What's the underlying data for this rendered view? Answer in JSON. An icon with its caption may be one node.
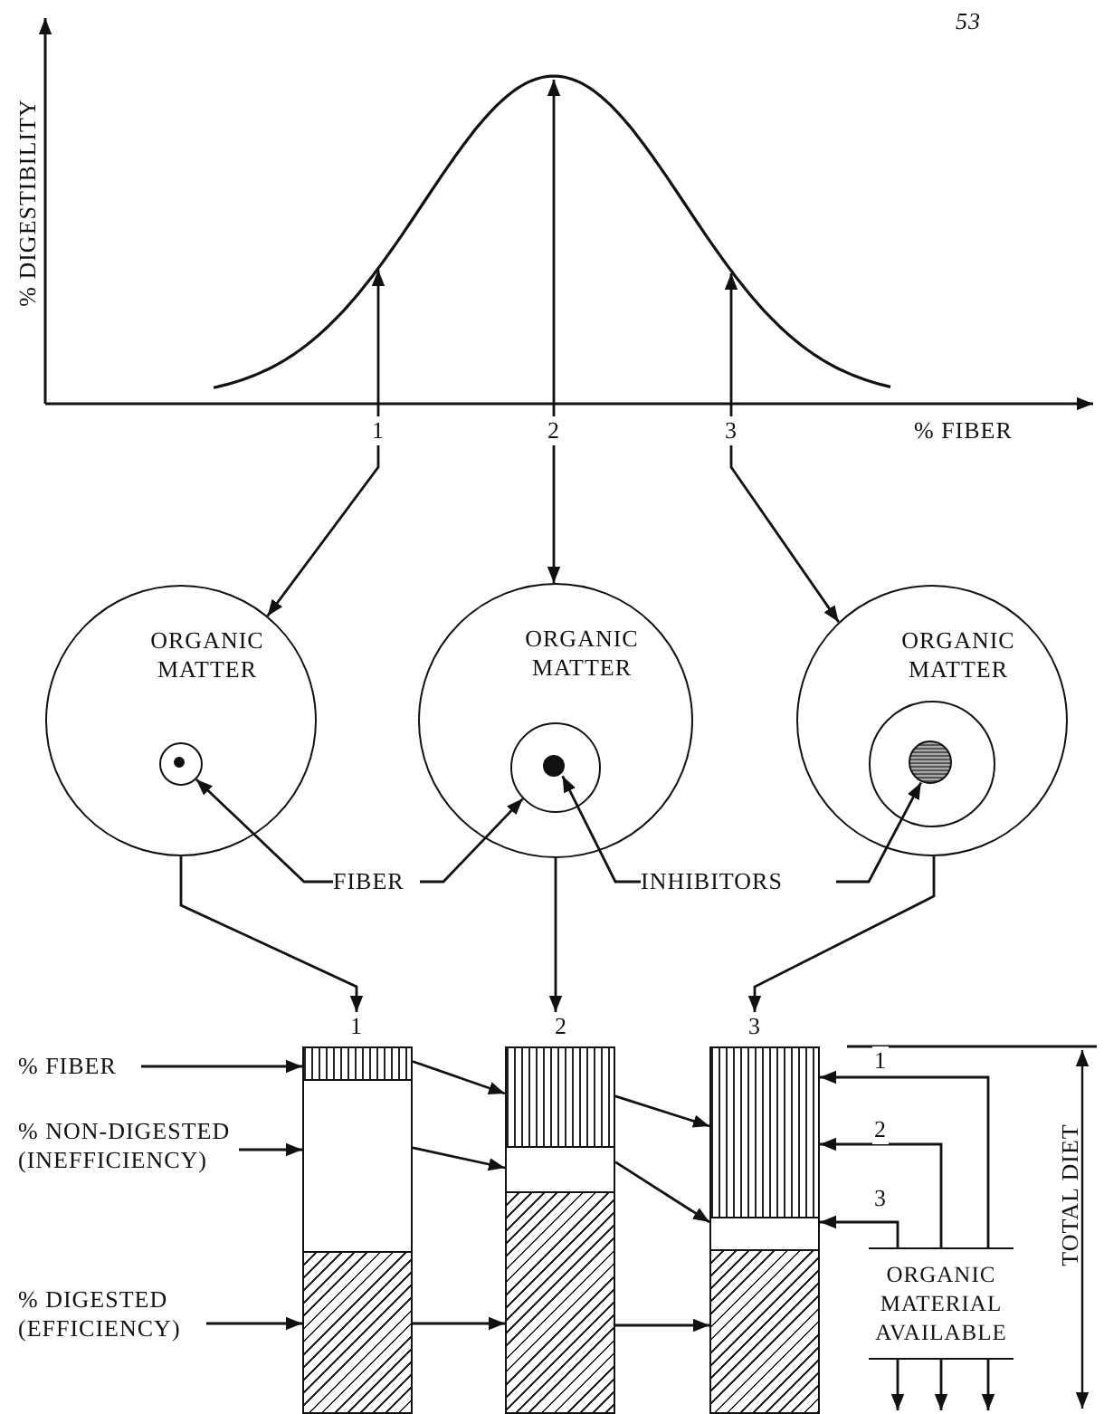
{
  "diagram": {
    "nodes": [
      {
        "text": [
          "1"
        ]
      },
      {
        "text": [
          "2"
        ]
      },
      {
        "text": [
          "3"
        ]
      },
      {
        "text": [
          "ORGANIC MATTER"
        ]
      },
      {
        "text": [],
        "shape": "circle",
        "in": 3
      },
      {
        "text": [],
        "shape": "circle",
        "in": 4
      },
      {
        "text": [
          "ORGANIC MATTER"
        ]
      },
      {
        "text": [],
        "shape": "circle",
        "in": 6
      },
      {
        "text": [],
        "shape": "circle",
        "in": 7
      },
      {
        "text": [
          "ORGANIC MATTER"
        ]
      },
      {
        "text": [],
        "shape": "circle",
        "in": 9
      },
      {
        "text": [],
        "shape": "circle",
        "in": 10
      },
      {
        "text": [
          "FIBER"
        ]
      },
      {
        "text": [
          "INHIBITORS"
        ]
      },
      {
        "text": [
          "1"
        ]
      },
      {
        "text": [
          "2"
        ]
      },
      {
        "text": [
          "3"
        ]
      },
      {
        "text": [],
        "shape": "bar"
      },
      {
        "text": [],
        "shape": "bar"
      },
      {
        "text": [],
        "shape": "bar"
      },
      {
        "text": [],
        "shape": "bar"
      },
      {
        "text": [],
        "shape": "bar"
      },
      {
        "text": [],
        "shape": "bar"
      },
      {
        "text": [],
        "shape": "bar"
      },
      {
        "text": [],
        "shape": "bar"
      },
      {
        "text": [],
        "shape": "bar"
      },
      {
        "text": [
          "% FIBER"
        ]
      },
      {
        "text": [
          "% NON-DIGESTED (INEFFICIENCY)"
        ]
      },
      {
        "text": [
          "% DIGESTED (EFFICIENCY)"
        ]
      },
      {
        "text": [
          "ORGANIC MATERIAL AVAILABLE"
        ]
      }
    ],
    "edges": [
      {
        "from": 0,
        "to": null,
        "arrow": "to"
      },
      {
        "from": 1,
        "to": null,
        "arrow": "to"
      },
      {
        "from": 2,
        "to": null,
        "arrow": "to"
      },
      {
        "from": 0,
        "to": 3,
        "arrow": "to"
      },
      {
        "from": 1,
        "to": 6,
        "arrow": "to"
      },
      {
        "from": 2,
        "to": 9,
        "arrow": "to"
      },
      {
        "from": 3,
        "to": 14,
        "arrow": "to"
      },
      {
        "from": 6,
        "to": 15,
        "arrow": "to"
      },
      {
        "from": 9,
        "to": 16,
        "arrow": "to"
      },
      {
        "from": 12,
        "to": 4,
        "arrow": "to"
      },
      {
        "from": 12,
        "to": 7,
        "arrow": "to"
      },
      {
        "from": 13,
        "to": 8,
        "arrow": "to"
      },
      {
        "from": 13,
        "to": 11,
        "arrow": "to"
      },
      {
        "from": 26,
        "to": 17,
        "arrow": "to"
      },
      {
        "from": 27,
        "to": 18,
        "arrow": "to"
      },
      {
        "from": 28,
        "to": 19,
        "arrow": "to"
      },
      {
        "from": 17,
        "to": 20,
        "arrow": "to"
      },
      {
        "from": 18,
        "to": 21,
        "arrow": "to"
      },
      {
        "from": 19,
        "to": 22,
        "arrow": "to"
      },
      {
        "from": 20,
        "to": 23,
        "arrow": "to"
      },
      {
        "from": 21,
        "to": 24,
        "arrow": "to"
      },
      {
        "from": 22,
        "to": 25,
        "arrow": "to"
      },
      {
        "from": 29,
        "to": 23,
        "arrow": "to",
        "label": "1"
      },
      {
        "from": 29,
        "to": 23,
        "arrow": "to",
        "label": "2"
      },
      {
        "from": 29,
        "to": 24,
        "arrow": "to",
        "label": "3"
      },
      {
        "from": 29,
        "to": null,
        "arrow": "to"
      },
      {
        "from": 29,
        "to": null,
        "arrow": "to"
      },
      {
        "from": 29,
        "to": null,
        "arrow": "to"
      }
    ],
    "labels": [
      "53",
      "% DIGESTIBILITY",
      "% FIBER",
      "TOTAL DIET"
    ]
  }
}
